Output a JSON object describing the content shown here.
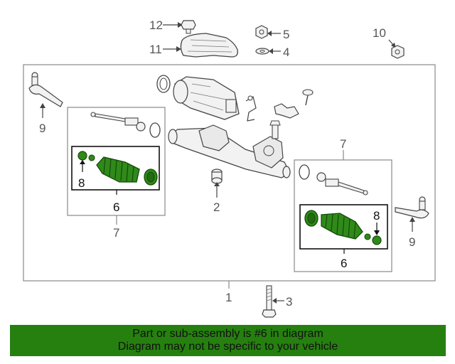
{
  "diagram": {
    "callouts": {
      "c12": "12",
      "c11": "11",
      "c5": "5",
      "c4": "4",
      "c10": "10",
      "c9_left": "9",
      "c9_right": "9",
      "c7_left": "7",
      "c7_right": "7",
      "c6_left": "6",
      "c6_right": "6",
      "c8_left": "8",
      "c8_right": "8",
      "c2": "2",
      "c1": "1",
      "c3": "3"
    },
    "colors": {
      "line": "#444444",
      "frame": "#888888",
      "highlight": "#2f8a1a",
      "highlight_dark": "#154a08",
      "part_fill": "#f2f2f2"
    }
  },
  "banner": {
    "line1": "Part or sub-assembly is #6 in diagram",
    "line2": "Diagram may not be specific to your vehicle",
    "background": "#26800f"
  }
}
